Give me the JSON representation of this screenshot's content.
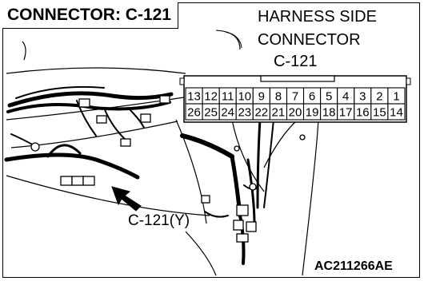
{
  "header": {
    "title": "CONNECTOR: C-121"
  },
  "connector_view": {
    "caption_lines": [
      "HARNESS SIDE",
      "CONNECTOR",
      "C-121"
    ],
    "row1": [
      "13",
      "12",
      "11",
      "10",
      "9",
      "8",
      "7",
      "6",
      "5",
      "4",
      "3",
      "2",
      "1"
    ],
    "row2": [
      "26",
      "25",
      "24",
      "23",
      "22",
      "21",
      "20",
      "19",
      "18",
      "17",
      "16",
      "15",
      "14"
    ]
  },
  "location_label": "C-121(Y)",
  "figure_id": "AC211266AE"
}
